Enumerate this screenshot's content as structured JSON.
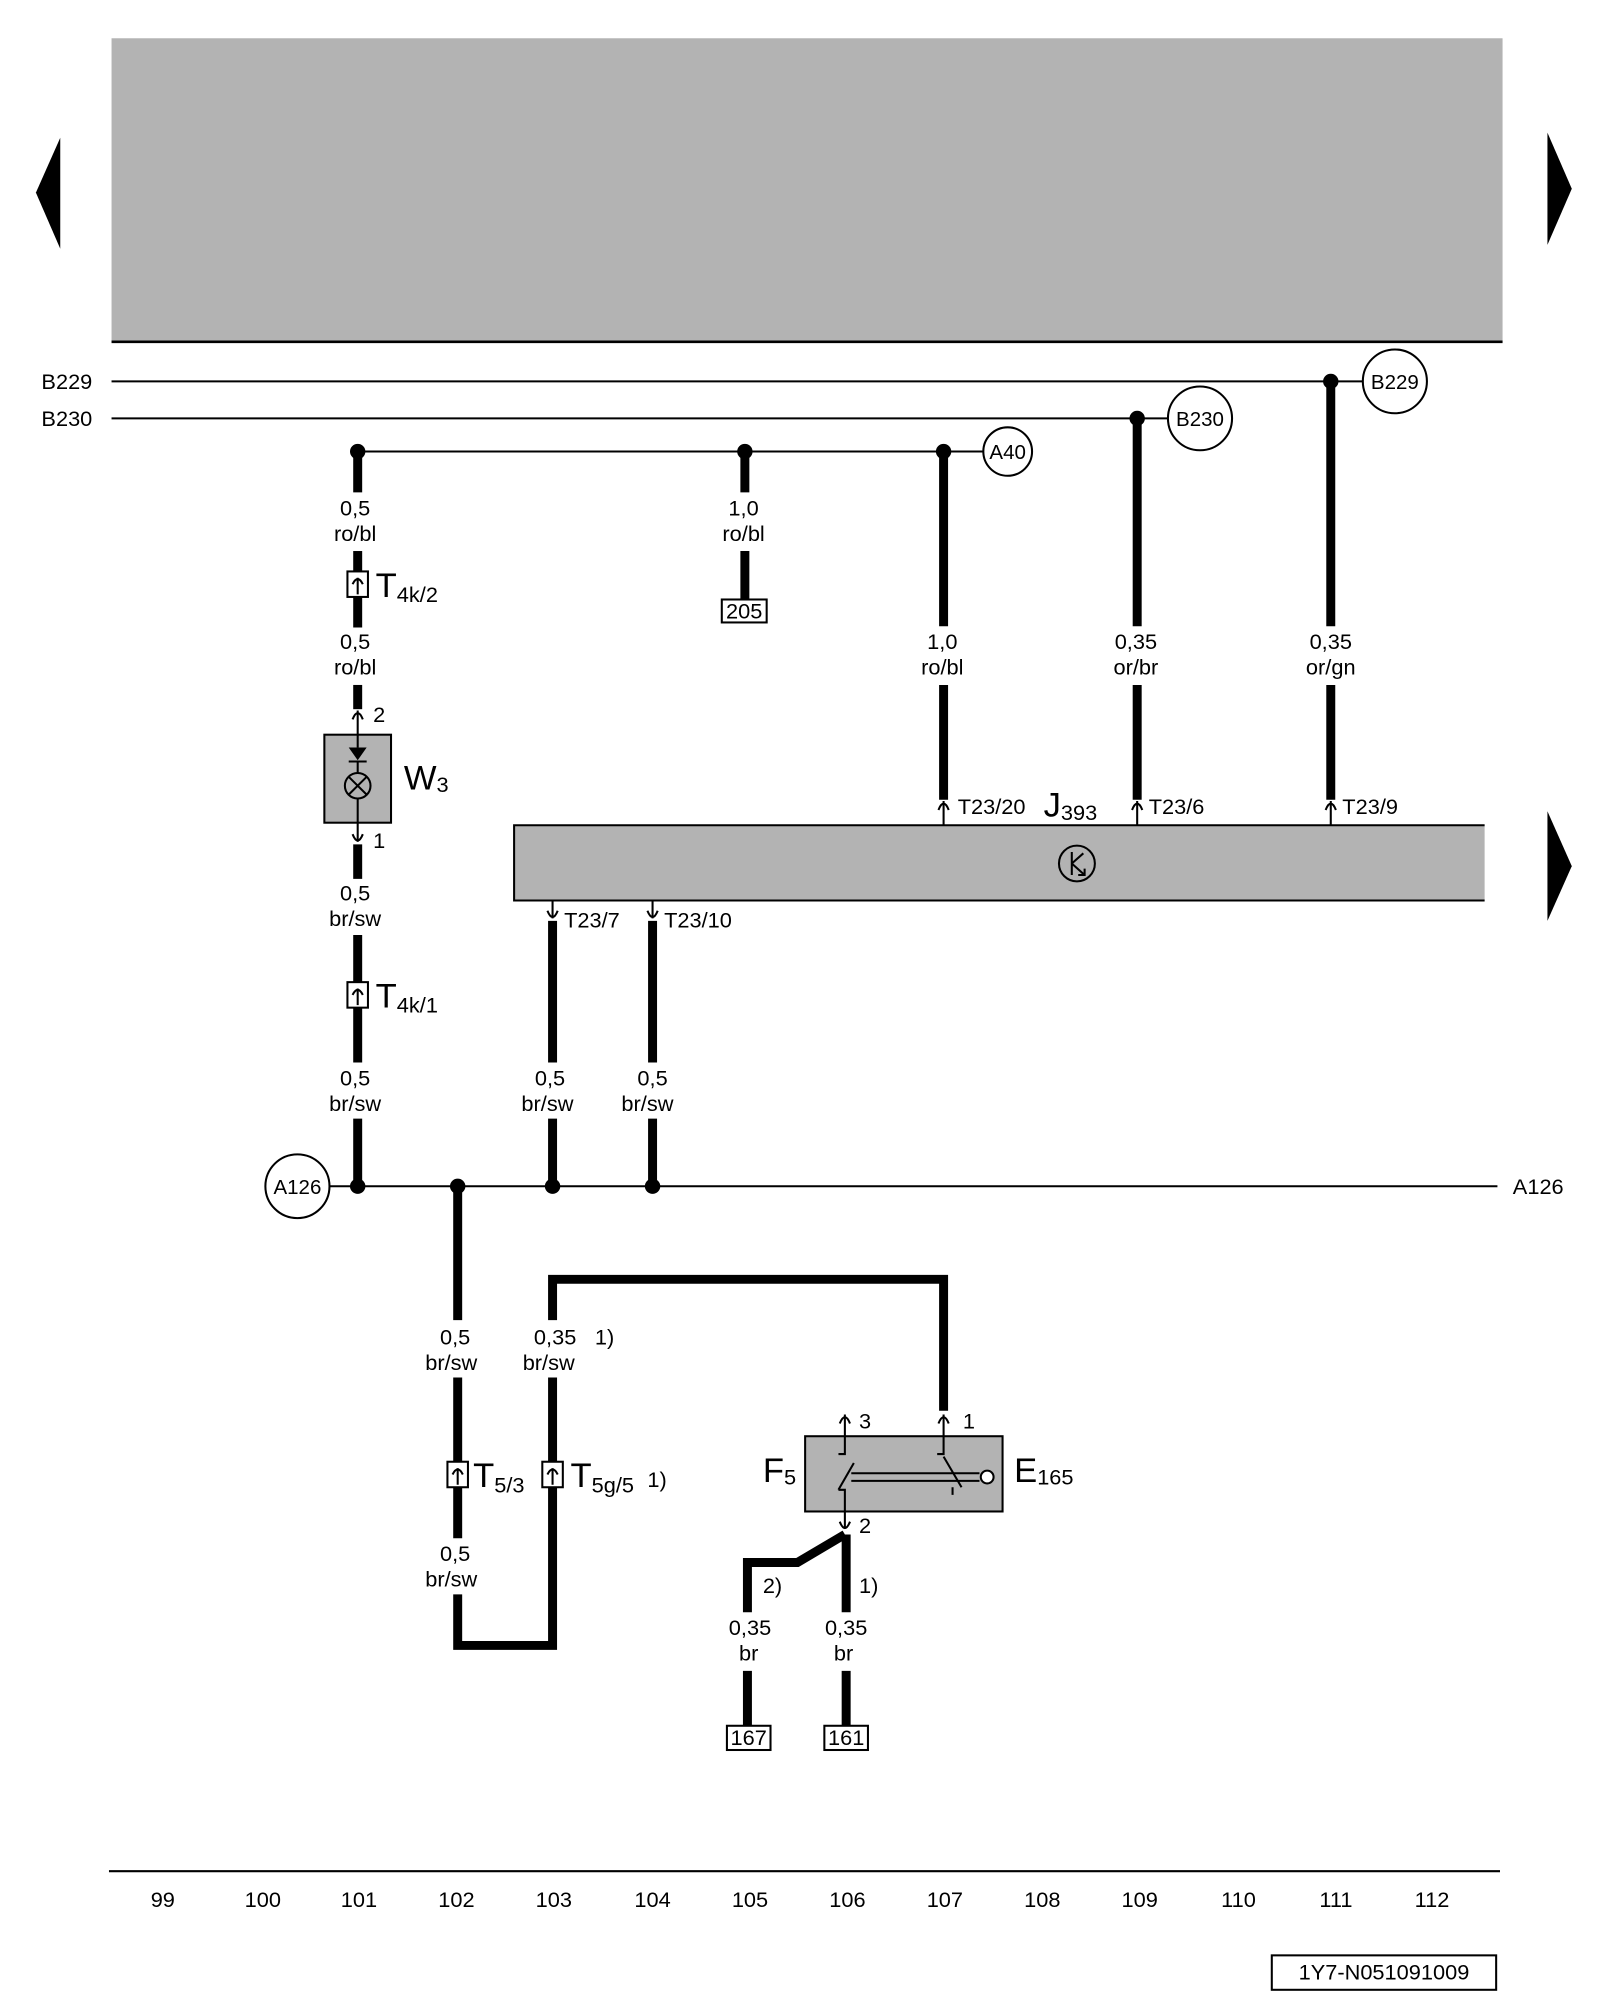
{
  "icons": {
    "previous_page": "triangle-left-icon",
    "next_page": "triangle-right-icon",
    "continue_right": "triangle-right-icon",
    "lamp": "lamp-bulb-icon",
    "diode": "diode-icon",
    "control_unit": "electronic-control-unit-icon",
    "connector": "connector-pin-icon",
    "switch": "switch-contact-icon"
  },
  "colors": {
    "panel": "#b3b3b3",
    "ink": "#000000",
    "paper": "#ffffff"
  },
  "buses": {
    "b229": {
      "left_label": "B229",
      "ref_label": "B229"
    },
    "b230": {
      "left_label": "B230",
      "ref_label": "B230"
    },
    "a40": {
      "ref_label": "A40"
    },
    "a126": {
      "ref_label": "A126",
      "right_label": "A126"
    }
  },
  "wires": {
    "w101_top": {
      "size": "0,5",
      "color": "ro/bl"
    },
    "w101_mid": {
      "size": "0,5",
      "color": "ro/bl"
    },
    "w101_lower": {
      "size": "0,5",
      "color": "br/sw"
    },
    "w101_bottom": {
      "size": "0,5",
      "color": "br/sw"
    },
    "w105": {
      "size": "1,0",
      "color": "ro/bl"
    },
    "w107": {
      "size": "1,0",
      "color": "ro/bl"
    },
    "w109": {
      "size": "0,35",
      "color": "or/br"
    },
    "w111": {
      "size": "0,35",
      "color": "or/gn"
    },
    "w103_j": {
      "size": "0,5",
      "color": "br/sw"
    },
    "w104_j": {
      "size": "0,5",
      "color": "br/sw"
    },
    "w102_upper": {
      "size": "0,5",
      "color": "br/sw"
    },
    "w103_lower": {
      "size": "0,35",
      "color": "br/sw",
      "note": "1)"
    },
    "w102_lower": {
      "size": "0,5",
      "color": "br/sw"
    },
    "w105_lower": {
      "size": "0,35",
      "color": "br",
      "note": "2)"
    },
    "w106_lower": {
      "size": "0,35",
      "color": "br",
      "note": "1)"
    }
  },
  "connectors": {
    "t4k2": {
      "letter": "T",
      "index": "4k/2"
    },
    "t4k1": {
      "letter": "T",
      "index": "4k/1"
    },
    "t53": {
      "letter": "T",
      "index": "5/3"
    },
    "t5g5": {
      "letter": "T",
      "index": "5g/5",
      "note": "1)"
    }
  },
  "components": {
    "w3": {
      "letter": "W",
      "index": "3",
      "pin_top": "2",
      "pin_bottom": "1"
    },
    "j393": {
      "letter": "J",
      "index": "393",
      "pins": {
        "t23_20": "T23/20",
        "t23_6": "T23/6",
        "t23_9": "T23/9",
        "t23_7": "T23/7",
        "t23_10": "T23/10"
      }
    },
    "f5": {
      "letter": "F",
      "index": "5"
    },
    "e165": {
      "letter": "E",
      "index": "165",
      "pin_3": "3",
      "pin_1": "1",
      "pin_2": "2"
    }
  },
  "references": {
    "r205": "205",
    "r167": "167",
    "r161": "161"
  },
  "track_numbers": [
    "99",
    "100",
    "101",
    "102",
    "103",
    "104",
    "105",
    "106",
    "107",
    "108",
    "109",
    "110",
    "111",
    "112"
  ],
  "document_id": "1Y7-N051091009"
}
